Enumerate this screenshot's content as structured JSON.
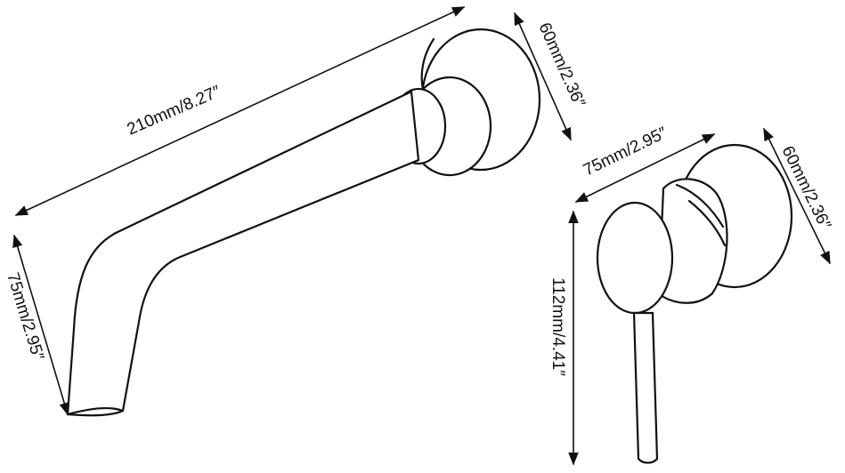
{
  "dimensions": {
    "spout_length": "210mm/8.27″",
    "spout_drop": "75mm/2.95″",
    "spout_plate_diameter": "60mm/2.36″",
    "handle_depth": "75mm/2.95″",
    "handle_plate_diameter": "60mm/2.36″",
    "handle_lever_length": "112mm/4.41″"
  }
}
